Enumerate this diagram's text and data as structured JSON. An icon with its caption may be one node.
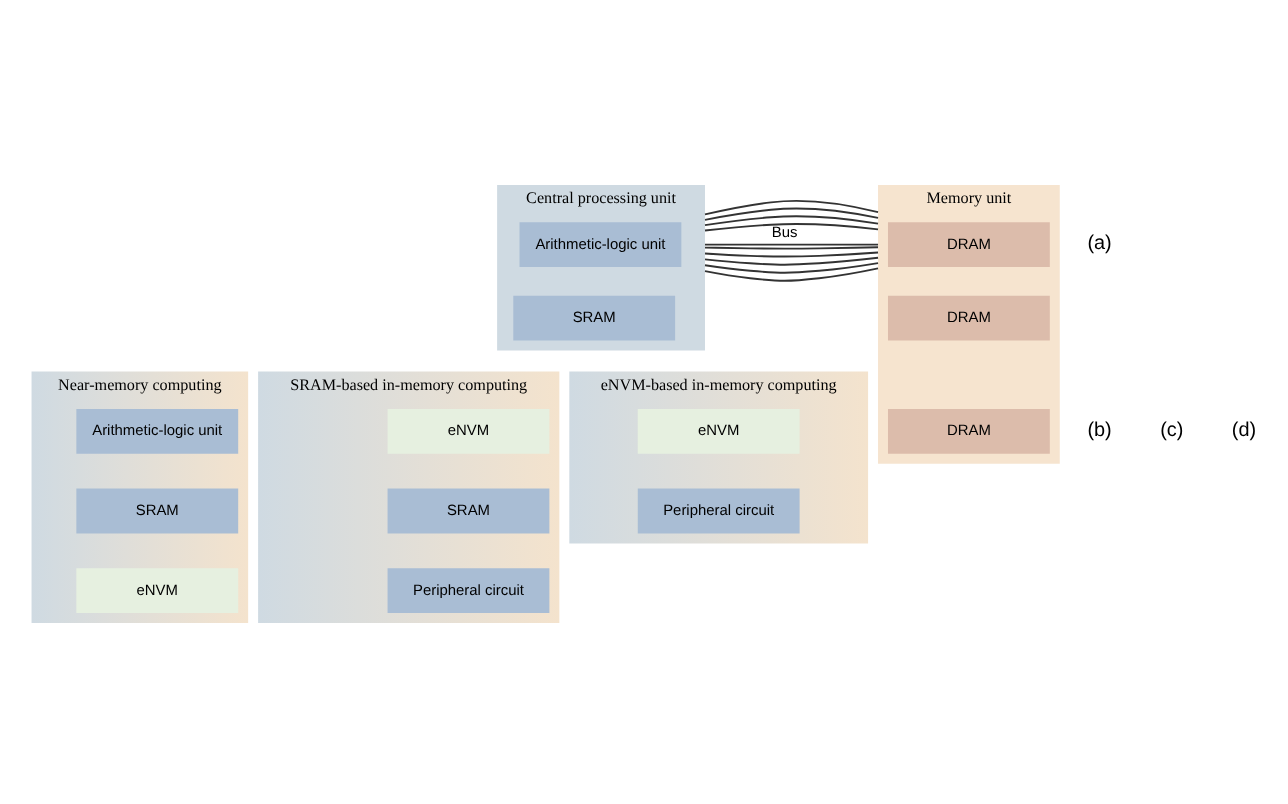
{
  "diagram": {
    "nodes": [
      {
        "text": [
          "Central processing unit"
        ]
      },
      {
        "text": [
          "Arithmetic-logic unit"
        ],
        "in": 0
      },
      {
        "text": [
          "SRAM"
        ],
        "in": 0
      },
      {
        "text": [
          "Memory unit"
        ]
      },
      {
        "text": [
          "DRAM"
        ],
        "in": 3
      },
      {
        "text": [
          "DRAM"
        ],
        "in": 3
      },
      {
        "text": [
          "DRAM"
        ],
        "in": 3
      },
      {
        "text": [
          "Near-memory computing"
        ]
      },
      {
        "text": [
          "Arithmetic-logic unit"
        ],
        "in": 7
      },
      {
        "text": [
          "SRAM"
        ],
        "in": 7
      },
      {
        "text": [
          "eNVM"
        ],
        "in": 7
      },
      {
        "text": [
          "SRAM-based in-memory computing"
        ]
      },
      {
        "text": [
          "eNVM"
        ],
        "in": 11
      },
      {
        "text": [
          "SRAM"
        ],
        "in": 11
      },
      {
        "text": [
          "Peripheral circuit"
        ],
        "in": 11
      },
      {
        "text": [
          "eNVM-based in-memory computing"
        ]
      },
      {
        "text": [
          "eNVM"
        ],
        "in": 15
      },
      {
        "text": [
          "Peripheral circuit"
        ],
        "in": 15
      }
    ],
    "edges": [
      {
        "from": 0,
        "to": 3,
        "arrow": "none",
        "label": "Bus"
      },
      {
        "from": 0,
        "to": 3,
        "arrow": "none"
      },
      {
        "from": 0,
        "to": 3,
        "arrow": "none"
      },
      {
        "from": 0,
        "to": 3,
        "arrow": "none"
      },
      {
        "from": 0,
        "to": 3,
        "arrow": "none"
      },
      {
        "from": 0,
        "to": 3,
        "arrow": "none"
      },
      {
        "from": 0,
        "to": 3,
        "arrow": "none"
      },
      {
        "from": 0,
        "to": 3,
        "arrow": "none"
      },
      {
        "from": 0,
        "to": 3,
        "arrow": "none"
      },
      {
        "from": 0,
        "to": 3,
        "arrow": "none"
      }
    ],
    "labels": [
      "(a)",
      "(b)",
      "(c)",
      "(d)"
    ]
  }
}
